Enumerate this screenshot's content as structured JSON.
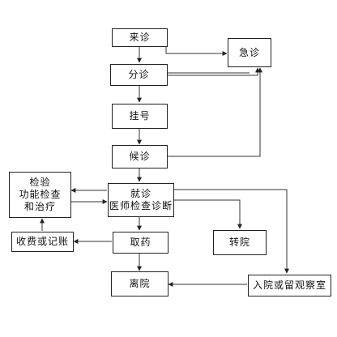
{
  "nodes": {
    "arrival": "来诊",
    "emergency": "急诊",
    "triage": "分诊",
    "registration": "挂号",
    "waiting": "候诊",
    "exam": {
      "line1": "检验",
      "line2": "功能检查",
      "line3": "和治疗"
    },
    "consultation": {
      "line1": "就诊",
      "line2": "医师检查诊断"
    },
    "transfer": "转院",
    "billing": "收费或记账",
    "pharmacy": "取药",
    "discharge": "离院",
    "admission": "入院或留观察室"
  }
}
